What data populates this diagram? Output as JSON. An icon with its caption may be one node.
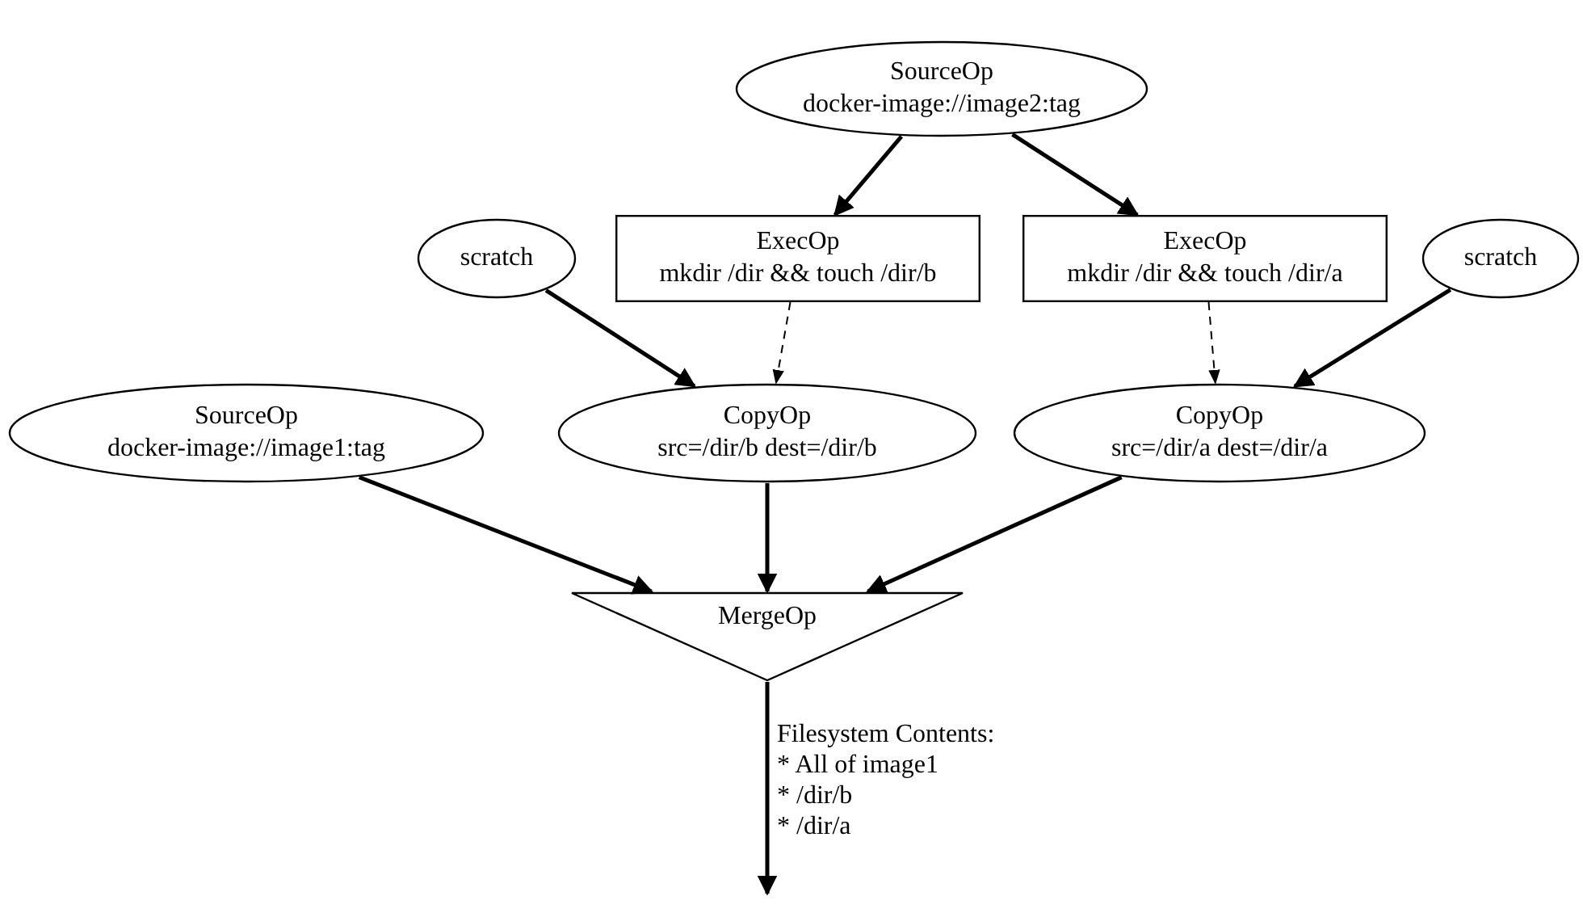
{
  "diagram": {
    "nodes": [
      {
        "text": [
          "SourceOp",
          "docker-image://image2:tag"
        ]
      },
      {
        "text": [
          "ExecOp",
          "mkdir /dir && touch /dir/b"
        ]
      },
      {
        "text": [
          "ExecOp",
          "mkdir /dir && touch /dir/a"
        ]
      },
      {
        "text": [
          "scratch"
        ]
      },
      {
        "text": [
          "scratch"
        ]
      },
      {
        "text": [
          "SourceOp",
          "docker-image://image1:tag"
        ]
      },
      {
        "text": [
          "CopyOp",
          "src=/dir/b dest=/dir/b"
        ]
      },
      {
        "text": [
          "CopyOp",
          "src=/dir/a dest=/dir/a"
        ]
      },
      {
        "text": [
          "MergeOp"
        ]
      }
    ],
    "edges": [
      {
        "from": 0,
        "to": 1,
        "arrow": "to"
      },
      {
        "from": 0,
        "to": 2,
        "arrow": "to"
      },
      {
        "from": 3,
        "to": 6,
        "arrow": "to"
      },
      {
        "from": 1,
        "to": 6,
        "arrow": "to",
        "style": "dashed"
      },
      {
        "from": 2,
        "to": 7,
        "arrow": "to",
        "style": "dashed"
      },
      {
        "from": 4,
        "to": 7,
        "arrow": "to"
      },
      {
        "from": 5,
        "to": 8,
        "arrow": "to"
      },
      {
        "from": 6,
        "to": 8,
        "arrow": "to"
      },
      {
        "from": 7,
        "to": 8,
        "arrow": "to"
      },
      {
        "from": 8,
        "to": null,
        "arrow": "to",
        "label": "Filesystem Contents: * All of image1 * /dir/b * /dir/a"
      }
    ]
  }
}
